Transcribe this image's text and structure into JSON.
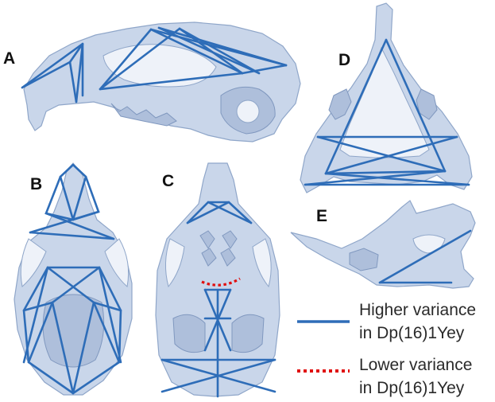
{
  "panels": [
    {
      "letter": "A"
    },
    {
      "letter": "B"
    },
    {
      "letter": "C"
    },
    {
      "letter": "D"
    },
    {
      "letter": "E"
    }
  ],
  "legend": {
    "higher": {
      "line1": "Higher variance",
      "line2": "in Dp(16)1Yey",
      "color": "#2e6db8",
      "style": "solid"
    },
    "lower": {
      "line1": "Lower variance",
      "line2": "in Dp(16)1Yey",
      "color": "#e01010",
      "style": "dotted"
    }
  },
  "colors": {
    "bone": "#c9d6ea",
    "line_high": "#2e6db8",
    "line_low": "#e01010"
  }
}
